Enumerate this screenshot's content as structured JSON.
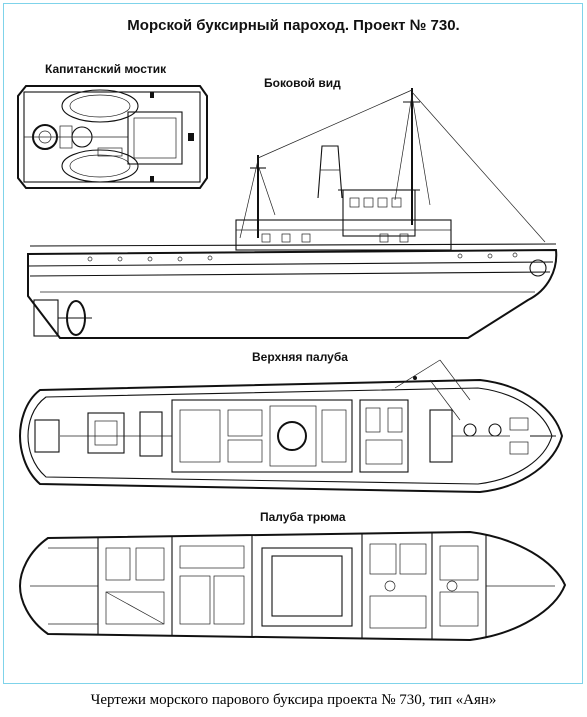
{
  "drawing": {
    "title": "Морской буксирный пароход. Проект № 730.",
    "labels": {
      "bridge": "Капитанский мостик",
      "side_view": "Боковой вид",
      "upper_deck": "Верхняя палуба",
      "hold_deck": "Палуба трюма"
    }
  },
  "caption": "Чертежи морского парового буксира проекта № 730, тип «Аян»"
}
